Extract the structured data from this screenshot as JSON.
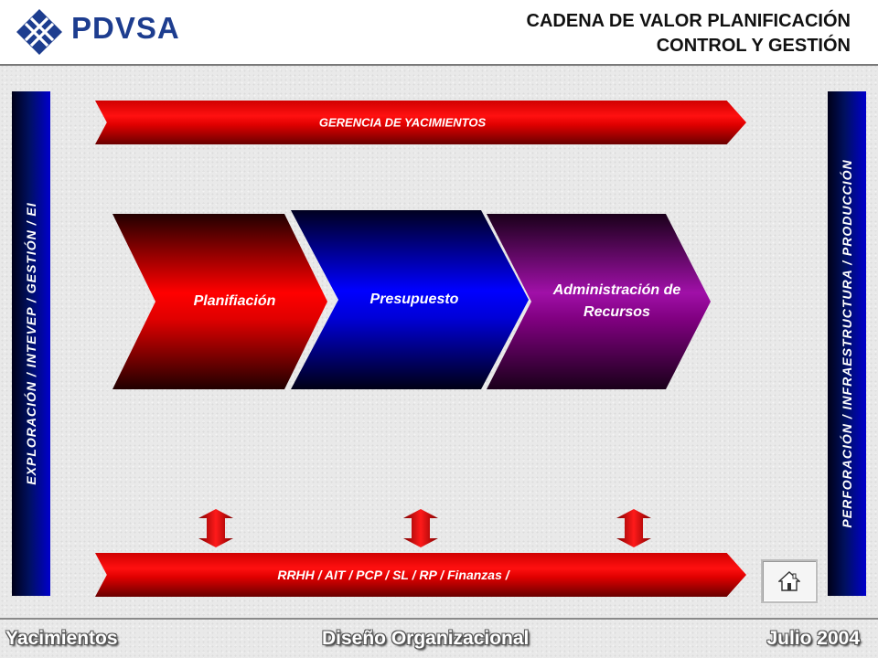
{
  "header": {
    "brand": "PDVSA",
    "title_line1": "CADENA DE VALOR PLANIFICACIÓN",
    "title_line2": "CONTROL Y GESTIÓN"
  },
  "sidebars": {
    "left": "EXPLORACIÓN / INTEVEP / GESTIÓN / EI",
    "right": "PERFORACIÓN / INFRAESTRUCTURA / PRODUCCIÓN"
  },
  "banners": {
    "top": "GERENCIA DE YACIMIENTOS",
    "bottom": "RRHH / AIT / PCP / SL / RP / Finanzas /"
  },
  "chain": [
    {
      "label": "Planifiación"
    },
    {
      "label": "Presupuesto"
    },
    {
      "label": "Administración de Recursos"
    }
  ],
  "footer": {
    "left": "Yacimientos",
    "center": "Diseño Organizacional",
    "right": "Julio 2004"
  },
  "icons": {
    "logo": "pdvsa-logo",
    "home": "home-icon",
    "arrows": "double-arrow-icon"
  },
  "colors": {
    "brand": "#1d3d8f",
    "sidebar": "#0000cc",
    "red": "#ff0000",
    "blue": "#0000ff",
    "purple": "#a010a8"
  }
}
